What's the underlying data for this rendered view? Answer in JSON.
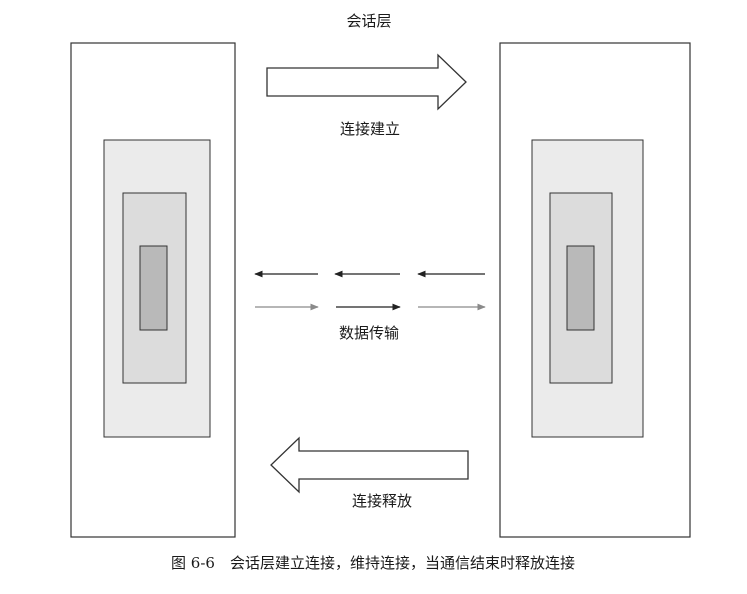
{
  "diagram": {
    "title": "会话层",
    "labels": {
      "establish": "连接建立",
      "transfer": "数据传输",
      "release": "连接释放"
    },
    "caption": "图 6-6　会话层建立连接，维持连接，当通信结束时释放连接"
  },
  "colors": {
    "outer_box": "#ffffff",
    "middle_box": "#ebebeb",
    "inner_box": "#dcdcdc",
    "core_box": "#b9b9b9",
    "arrow_dark": "#222222",
    "arrow_light": "#8a8a8a"
  }
}
